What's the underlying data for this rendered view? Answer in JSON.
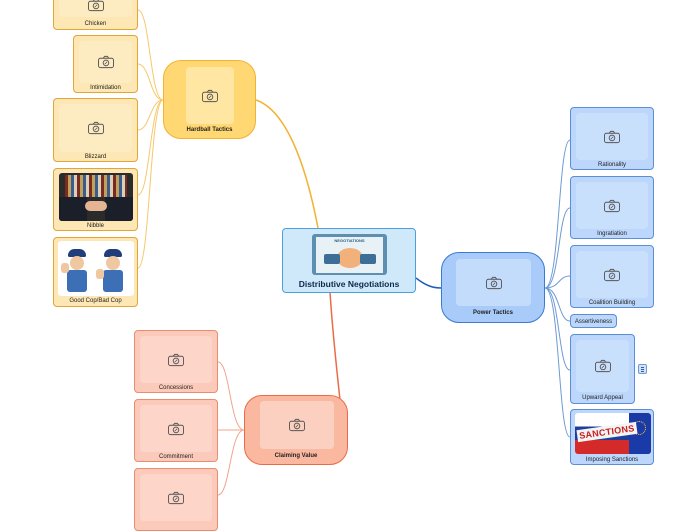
{
  "center": {
    "title": "Distributive Negotiations",
    "image_text": "NEGOTIATIONS"
  },
  "branches": {
    "hardball": {
      "title": "Hardball Tactics",
      "color": "#f2b233",
      "items": [
        {
          "label": "Chicken"
        },
        {
          "label": "Intimidation"
        },
        {
          "label": "Blizzard"
        },
        {
          "label": "Nibble"
        },
        {
          "label": "Good Cop/Bad Cop"
        }
      ]
    },
    "claiming": {
      "title": "Claiming Value",
      "color": "#ea6b45",
      "items": [
        {
          "label": "Concessions"
        },
        {
          "label": "Commitment"
        },
        {
          "label": ""
        }
      ]
    },
    "power": {
      "title": "Power Tactics",
      "color": "#3a7ad1",
      "items": [
        {
          "label": "Rationality"
        },
        {
          "label": "Ingratiation"
        },
        {
          "label": "Coalition Building"
        },
        {
          "label": "Assertiveness"
        },
        {
          "label": "Upward Appeal"
        },
        {
          "label": "Imposing Sanctions",
          "image_text": "SANCTIONS"
        }
      ]
    }
  },
  "icons": {
    "placeholder": "camera-icon",
    "note": "note-icon"
  }
}
